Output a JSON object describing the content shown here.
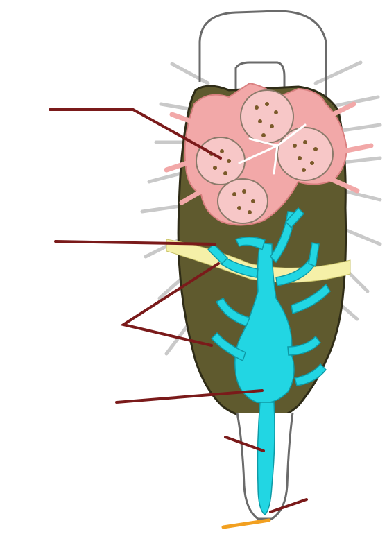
{
  "diagram": {
    "labels": [],
    "colors": {
      "background": "#ffffff",
      "body_olive": "#5f5a2e",
      "body_dark": "#2f2c17",
      "tentacle_gray": "#c9c9c9",
      "pink": "#f2a8a8",
      "pink_light": "#f7c7c7",
      "blue_canal": "#22d6e3",
      "band_yellow": "#f5f0a8",
      "leader_line": "#7a1a1a",
      "orange_mark": "#f2a020",
      "outline": "#555555"
    },
    "leader_lines": [
      {
        "name": "leader-line-upper"
      },
      {
        "name": "leader-line-middle"
      },
      {
        "name": "leader-line-forked"
      },
      {
        "name": "leader-line-lower"
      },
      {
        "name": "leader-line-stem"
      },
      {
        "name": "leader-line-base"
      }
    ]
  }
}
